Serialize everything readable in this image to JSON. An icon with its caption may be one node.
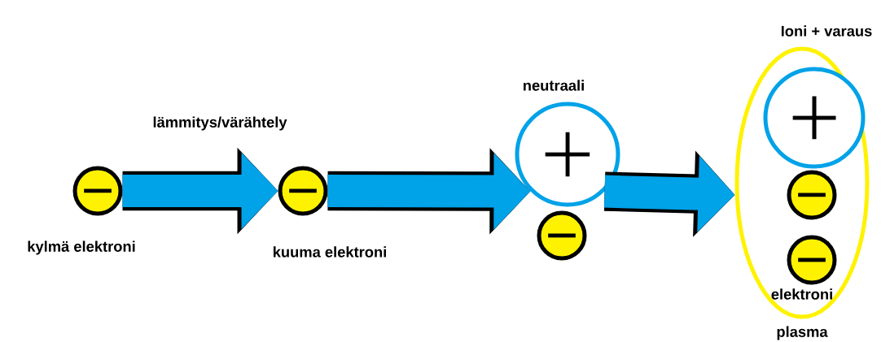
{
  "diagram": {
    "nodes": [
      {
        "text": [],
        "shape": "circle",
        "beside": [
          "kylmä elektroni"
        ]
      },
      {
        "text": [],
        "shape": "circle",
        "beside": [
          "kuuma elektroni"
        ]
      },
      {
        "text": [],
        "shape": "circle",
        "beside": [
          "neutraali"
        ]
      },
      {
        "text": [],
        "shape": "circle"
      },
      {
        "text": [],
        "shape": "ellipse",
        "beside": [
          "plasma"
        ]
      },
      {
        "text": [],
        "shape": "circle",
        "in": 4,
        "beside": [
          "Ioni + varaus"
        ]
      },
      {
        "text": [],
        "shape": "circle",
        "in": 4
      },
      {
        "text": [],
        "shape": "circle",
        "in": 4,
        "beside": [
          "elektroni"
        ]
      }
    ],
    "edges": [
      {
        "from": 0,
        "to": 1,
        "arrow": "to",
        "label": "lämmitys/värähtely"
      },
      {
        "from": 1,
        "to": 2,
        "arrow": "to"
      },
      {
        "from": 2,
        "to": 4,
        "arrow": "to"
      }
    ]
  }
}
